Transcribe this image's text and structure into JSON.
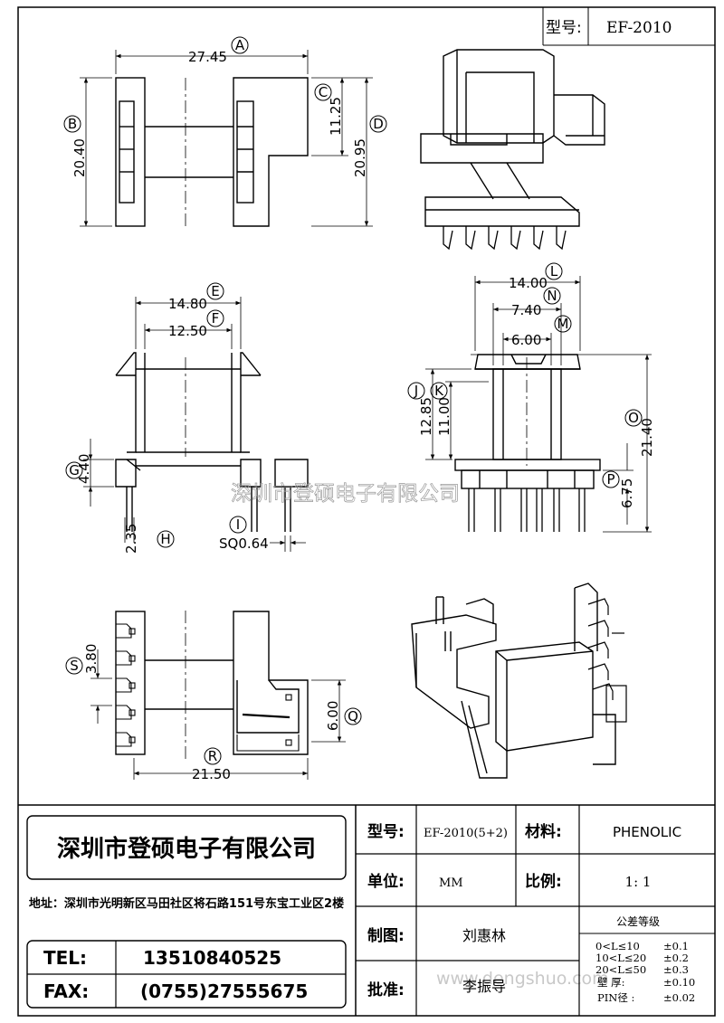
{
  "header": {
    "model_label": "型号:",
    "model_value": "EF-2010"
  },
  "dimensions": [
    {
      "letter": "A",
      "value": "27.45"
    },
    {
      "letter": "B",
      "value": "20.40"
    },
    {
      "letter": "C",
      "value": "11.25"
    },
    {
      "letter": "D",
      "value": "20.95"
    },
    {
      "letter": "E",
      "value": "14.80"
    },
    {
      "letter": "F",
      "value": "12.50"
    },
    {
      "letter": "G",
      "value": "4.40"
    },
    {
      "letter": "H",
      "value": "2.35"
    },
    {
      "letter": "I",
      "value": "SQ0.64"
    },
    {
      "letter": "J",
      "value": "12.85"
    },
    {
      "letter": "K",
      "value": "11.00"
    },
    {
      "letter": "L",
      "value": "14.00"
    },
    {
      "letter": "M",
      "value": "6.00"
    },
    {
      "letter": "N",
      "value": "7.40"
    },
    {
      "letter": "O",
      "value": "21.40"
    },
    {
      "letter": "P",
      "value": "6.75"
    },
    {
      "letter": "Q",
      "value": "6.00"
    },
    {
      "letter": "R",
      "value": "21.50"
    },
    {
      "letter": "S",
      "value": "3.80"
    }
  ],
  "watermark": "深圳市登硕电子有限公司",
  "watermark_url": "www.dengshuo.com",
  "company": {
    "name": "深圳市登硕电子有限公司",
    "address": "地址：深圳市光明新区马田社区将石路151号东宝工业区2楼",
    "tel_label": "TEL:",
    "tel": "13510840525",
    "fax_label": "FAX:",
    "fax": "(0755)27555675"
  },
  "title_block": {
    "model_label": "型号:",
    "model_value": "EF-2010(5+2)",
    "material_label": "材料:",
    "material_value": "PHENOLIC",
    "unit_label": "单位:",
    "unit_value": "MM",
    "scale_label": "比例:",
    "scale_value": "1: 1",
    "drawn_label": "制图:",
    "drawn_value": "刘惠林",
    "approved_label": "批准:",
    "approved_value": "李振导",
    "tolerance_title": "公差等级",
    "tolerances": [
      {
        "range": "0<L≤10",
        "tol": "±0.1"
      },
      {
        "range": "10<L≤20",
        "tol": "±0.2"
      },
      {
        "range": "20<L≤50",
        "tol": "±0.3"
      },
      {
        "range": "壁  厚:",
        "tol": "±0.10"
      },
      {
        "range": "PIN径  :",
        "tol": "±0.02"
      }
    ]
  }
}
